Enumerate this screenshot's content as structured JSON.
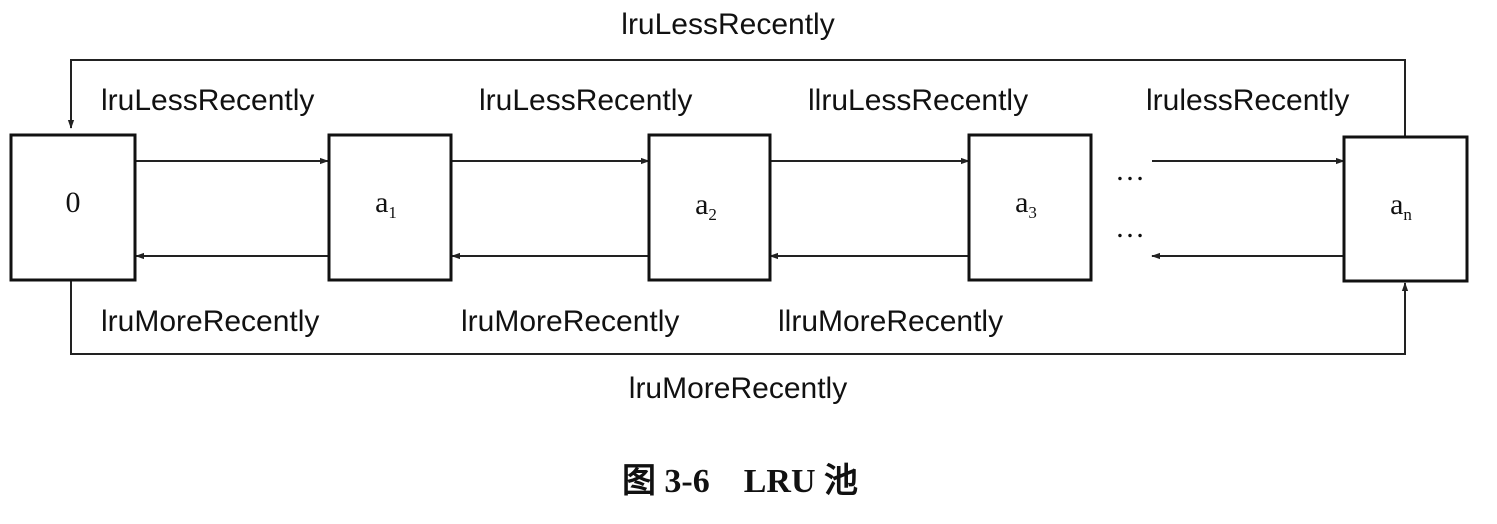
{
  "nodes": [
    {
      "id": "node-0",
      "main": "0",
      "sub": ""
    },
    {
      "id": "node-a1",
      "main": "a",
      "sub": "1"
    },
    {
      "id": "node-a2",
      "main": "a",
      "sub": "2"
    },
    {
      "id": "node-a3",
      "main": "a",
      "sub": "3"
    },
    {
      "id": "node-an",
      "main": "a",
      "sub": "n"
    }
  ],
  "labels": {
    "top_loop": "lruLessRecently",
    "bottom_loop": "lruMoreRecently",
    "less": [
      "lruLessRecently",
      "lruLessRecently",
      "llruLessRecently",
      "lrulessRecently"
    ],
    "more": [
      "lruMoreRecently",
      "lruMoreRecently",
      "llruMoreRecently"
    ]
  },
  "ellipsis": {
    "top": "…",
    "bottom": "…"
  },
  "caption": "图 3-6    LRU 池"
}
